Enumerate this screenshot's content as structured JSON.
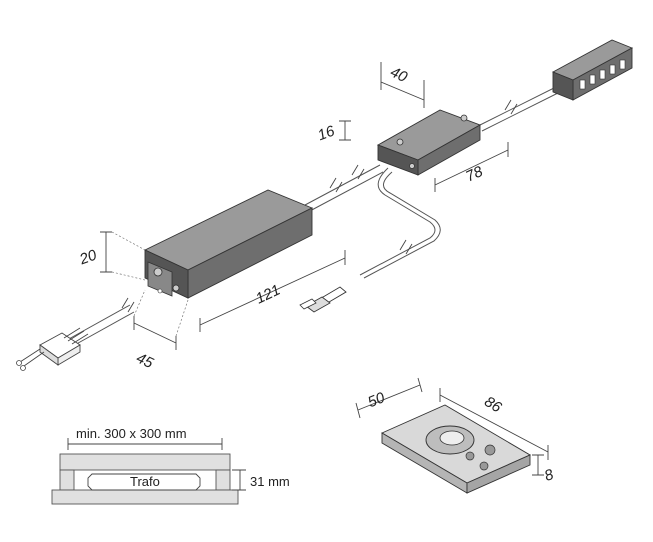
{
  "dimensions": {
    "driver_height": "20",
    "driver_width": "45",
    "driver_length": "121",
    "switch_height": "16",
    "switch_width": "40",
    "switch_length": "78",
    "remote_width": "50",
    "remote_length": "86",
    "remote_height": "8"
  },
  "installation": {
    "clearance_label": "min. 300 x 300 mm",
    "component_label": "Trafo",
    "height_label": "31 mm"
  },
  "colors": {
    "device_top": "#9a9a9a",
    "device_front": "#6e6e6e",
    "device_side": "#555555",
    "remote_body": "#d9d9d9",
    "remote_pad": "#bdbdbd"
  }
}
